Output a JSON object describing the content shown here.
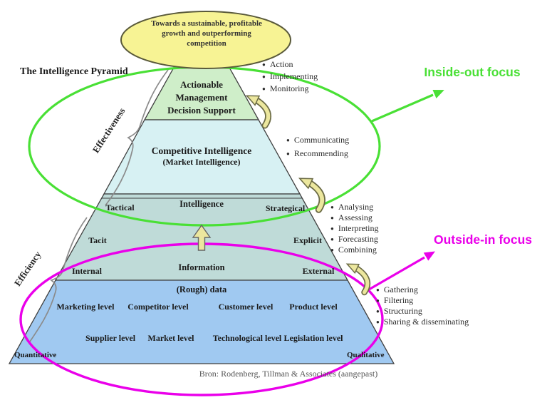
{
  "title": "The Intelligence Pyramid",
  "goal_ellipse": {
    "text": "Towards a sustainable, profitable growth and outperforming competition"
  },
  "pyramid": {
    "actionable": "Actionable Management Decision Support",
    "ci_title": "Competitive Intelligence",
    "ci_subtitle": "(Market Intelligence)",
    "intelligence_row": {
      "left": "Tactical",
      "center": "Intelligence",
      "right": "Strategical"
    },
    "knowledge_row": {
      "left": "Tacit",
      "right": "Explicit"
    },
    "information_row": {
      "left": "Internal",
      "center": "Information",
      "right": "External"
    },
    "data_row": "(Rough) data",
    "levels_row1": [
      "Marketing level",
      "Competitor level",
      "Customer level",
      "Product level"
    ],
    "levels_row2": [
      "Supplier level",
      "Market level",
      "Technological level",
      "Legislation level"
    ],
    "bottom_left": "Quantitative",
    "bottom_right": "Qualitative"
  },
  "side_labels": {
    "upper": "Effectiveness",
    "lower": "Efficiency"
  },
  "bullets": {
    "action": [
      "Action",
      "Implementing",
      "Monitoring"
    ],
    "communicate": [
      "Communicating",
      "Recommending"
    ],
    "analyse": [
      "Analysing",
      "Assessing",
      "Interpreting",
      "Forecasting",
      "Combining"
    ],
    "gather": [
      "Gathering",
      "Filtering",
      "Structuring",
      "Sharing & disseminating"
    ]
  },
  "focus": {
    "inside_out": "Inside-out focus",
    "outside_in": "Outside-in focus"
  },
  "source": "Bron: Rodenberg, Tillman & Associates (aangepast)",
  "colors": {
    "goal_fill": "#f7f394",
    "band_green": "#cfeec9",
    "band_cyan": "#d7f1f3",
    "band_teal": "#bfdbd8",
    "band_blue": "#a0c9f1",
    "outline": "#3f3f3f",
    "inside_out_green": "#49e035",
    "outside_in_magenta": "#ea00ea",
    "arrow_yellow": "#ece79e"
  }
}
